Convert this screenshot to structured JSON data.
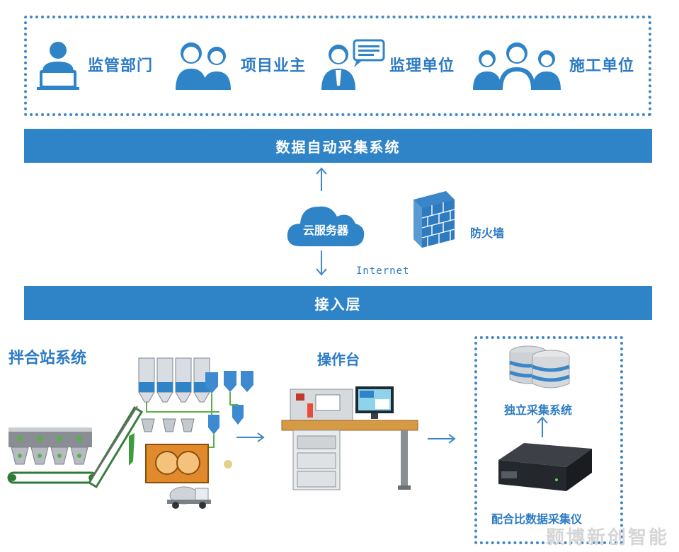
{
  "stakeholders": [
    {
      "label": "监管部门",
      "icon": "supervisor-laptop-icon"
    },
    {
      "label": "项目业主",
      "icon": "owner-couple-icon"
    },
    {
      "label": "监理单位",
      "icon": "supervisor-speech-icon"
    },
    {
      "label": "施工单位",
      "icon": "builder-group-icon"
    }
  ],
  "bands": {
    "top": "数据自动采集系统",
    "access": "接入层"
  },
  "network": {
    "cloud_label": "云服务器",
    "firewall_label": "防火墙",
    "internet_label": "Internet"
  },
  "sections": {
    "mixing_station": "拌合站系统",
    "console": "操作台",
    "standalone_system": "独立采集系统",
    "collector": "配合比数据采集仪"
  },
  "watermark": "颢博新创智能",
  "colors": {
    "primary": "#2f84c8",
    "text_blue": "#2c7bc4",
    "arrow": "#3a86c8"
  }
}
